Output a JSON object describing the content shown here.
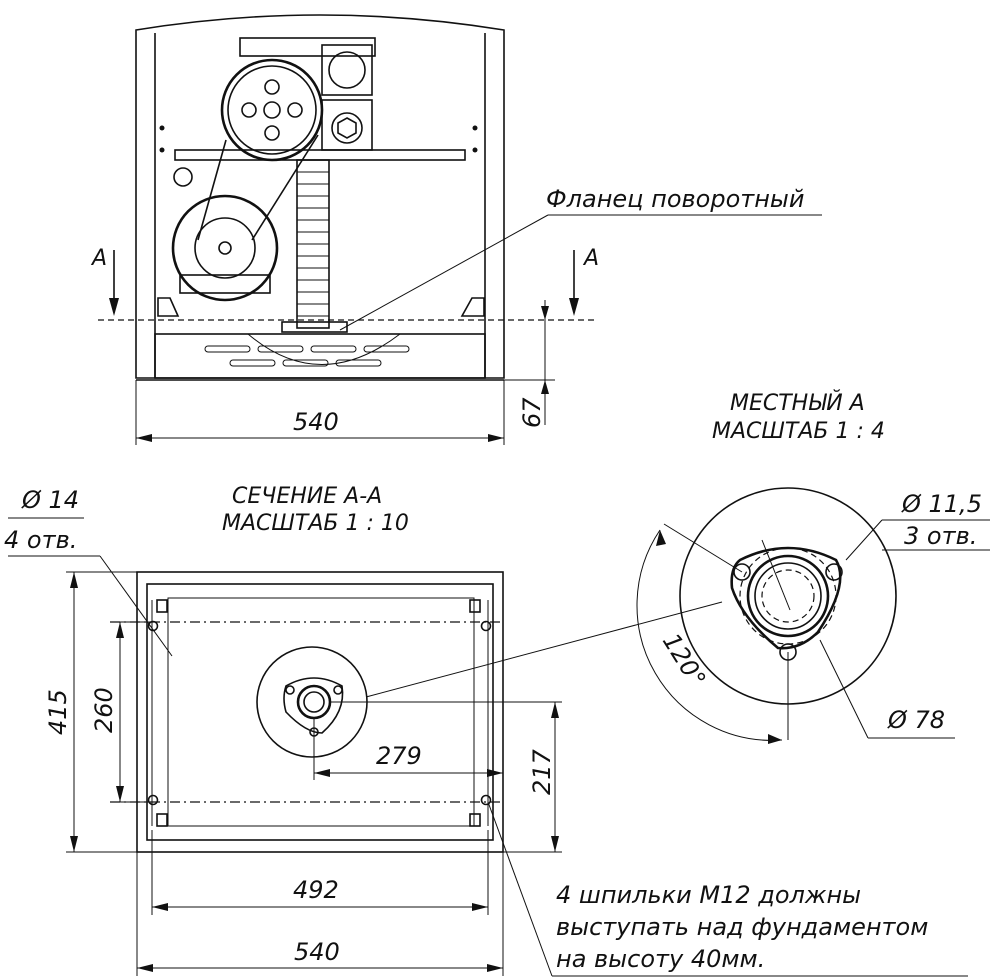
{
  "front_view": {
    "flange_label": "Фланец поворотный",
    "section_mark_left": "A",
    "section_mark_right": "A",
    "dim_width": "540",
    "dim_height": "67"
  },
  "section_view": {
    "title_line1": "СЕЧЕНИЕ А-А",
    "title_line2": "МАСШТАБ 1 : 10",
    "hole_diameter": "Ø 14",
    "hole_count": "4 отв.",
    "dim_total_height": "415",
    "dim_inner_height": "260",
    "dim_offset_x": "279",
    "dim_offset_y": "217",
    "dim_inner_width": "492",
    "dim_outer_width": "540",
    "note_line1": "4 шпильки М12 должны",
    "note_line2": "выступать над фундаментом",
    "note_line3": "на высоту 40мм."
  },
  "detail_view": {
    "title_line1": "МЕСТНЫЙ А",
    "title_line2": "МАСШТАБ 1 : 4",
    "hole_diameter": "Ø 11,5",
    "hole_count": "3 отв.",
    "angle": "120°",
    "flange_diameter": "Ø 78"
  }
}
